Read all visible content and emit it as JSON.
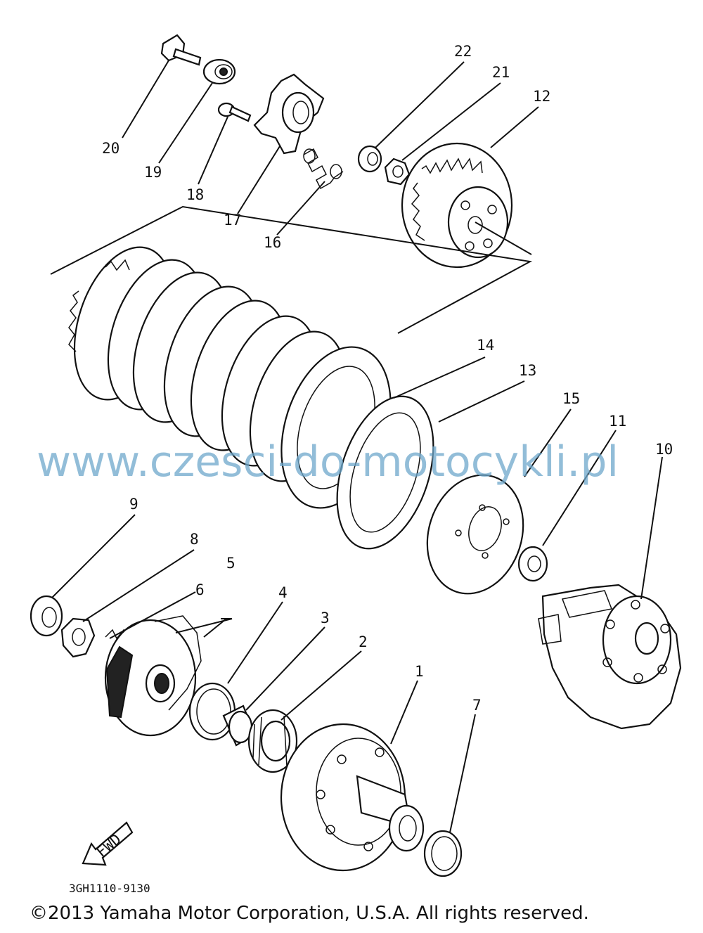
{
  "callouts": [
    {
      "id": "1",
      "text": "1"
    },
    {
      "id": "2",
      "text": "2"
    },
    {
      "id": "3",
      "text": "3"
    },
    {
      "id": "4",
      "text": "4"
    },
    {
      "id": "5",
      "text": "5"
    },
    {
      "id": "6",
      "text": "6"
    },
    {
      "id": "7",
      "text": "7"
    },
    {
      "id": "8",
      "text": "8"
    },
    {
      "id": "9",
      "text": "9"
    },
    {
      "id": "10",
      "text": "10"
    },
    {
      "id": "11",
      "text": "11"
    },
    {
      "id": "12",
      "text": "12"
    },
    {
      "id": "13",
      "text": "13"
    },
    {
      "id": "14",
      "text": "14"
    },
    {
      "id": "15",
      "text": "15"
    },
    {
      "id": "16",
      "text": "16"
    },
    {
      "id": "17",
      "text": "17"
    },
    {
      "id": "18",
      "text": "18"
    },
    {
      "id": "19",
      "text": "19"
    },
    {
      "id": "20",
      "text": "20"
    },
    {
      "id": "21",
      "text": "21"
    },
    {
      "id": "22",
      "text": "22"
    }
  ],
  "direction_label": "FWD",
  "drawing_code": "3GH1110-9130",
  "watermark": "www.czesci-do-motocykli.pl",
  "copyright": "©2013 Yamaha Motor Corporation, U.S.A. All rights reserved."
}
